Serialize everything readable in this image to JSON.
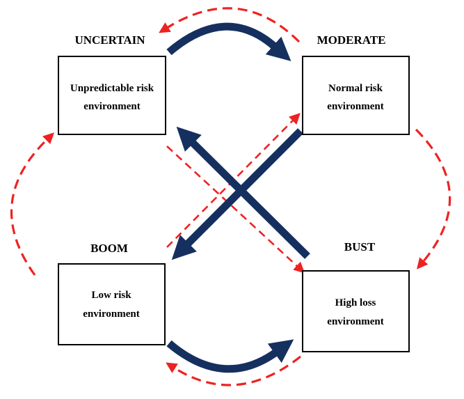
{
  "nodes": [
    {
      "id": "uncertain",
      "state": "UNCERTAIN",
      "lines": [
        "Unpredictable risk",
        "environment"
      ]
    },
    {
      "id": "moderate",
      "state": "MODERATE",
      "lines": [
        "Normal risk",
        "environment"
      ]
    },
    {
      "id": "boom",
      "state": "BOOM",
      "lines": [
        "Low risk",
        "environment"
      ]
    },
    {
      "id": "bust",
      "state": "BUST",
      "lines": [
        "High loss",
        "environment"
      ]
    }
  ],
  "colors": {
    "solid_arrow": "#15305F",
    "dashed_arrow": "#EE2222",
    "box_border": "#000000",
    "text": "#000000"
  }
}
